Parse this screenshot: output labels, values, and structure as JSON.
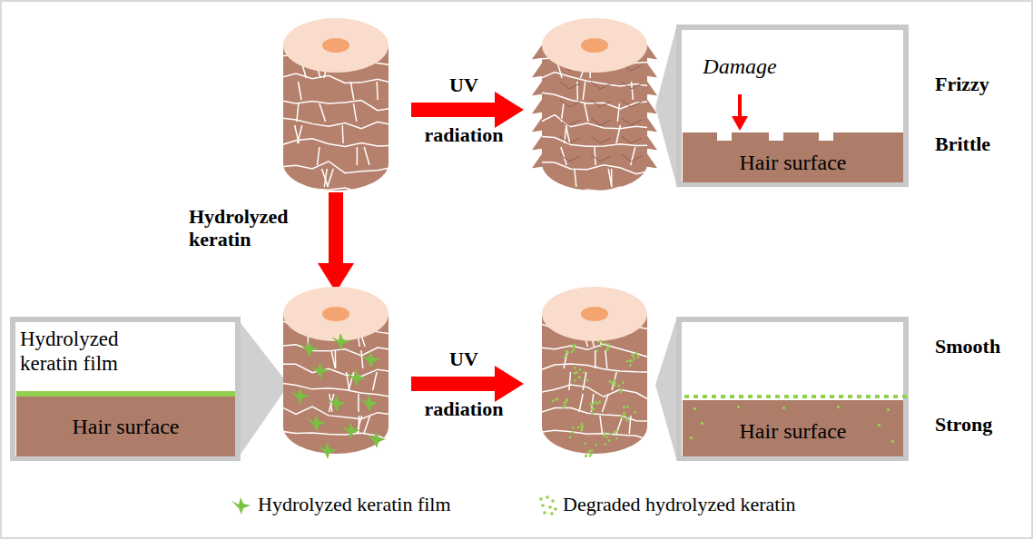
{
  "diagram": {
    "nodes": [
      {
        "text": [
          "Hair surface"
        ]
      },
      {
        "text": [
          "Hair surface"
        ]
      },
      {
        "text": [
          "Hair surface"
        ]
      }
    ],
    "labels": [
      "UV radiation",
      "Damage",
      "Frizzy",
      "Brittle",
      "Hydrolyzed keratin",
      "Hydrolyzed keratin film",
      "UV radiation",
      "Smooth",
      "Strong"
    ],
    "legend": [
      {
        "text": "Hydrolyzed keratin film"
      },
      {
        "text": "Degraded hydrolyzed keratin"
      }
    ]
  }
}
